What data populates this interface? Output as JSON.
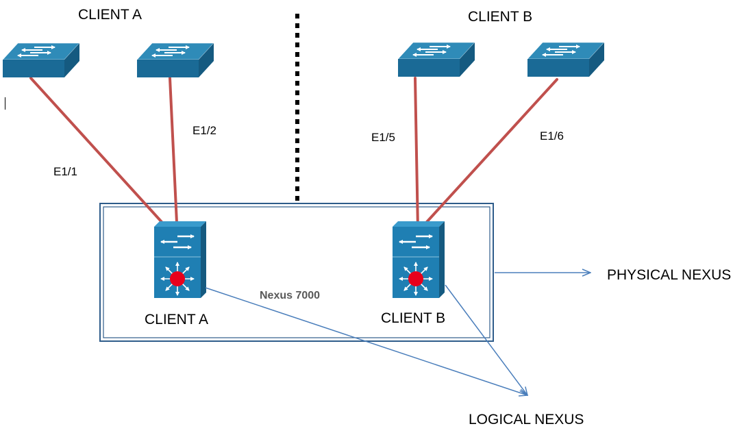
{
  "labels": {
    "client_a_top": "CLIENT  A",
    "client_b_top": "CLIENT  B",
    "client_a_bottom": "CLIENT  A",
    "client_b_bottom": "CLIENT  B",
    "nexus_model": "Nexus 7000",
    "physical": "PHYSICAL NEXUS",
    "logical": "LOGICAL NEXUS"
  },
  "ports": {
    "e1_1": "E1/1",
    "e1_2": "E1/2",
    "e1_5": "E1/5",
    "e1_6": "E1/6"
  },
  "colors": {
    "switch_top": "#2f8bb8",
    "switch_front": "#1a6a96",
    "switch_side": "#155a80",
    "link": "#c0504d",
    "arrow": "#4a7ebb",
    "box": "#2e5c8a",
    "core_red": "#e8001c"
  },
  "icons": {
    "access_switch": "workgroup-switch-icon",
    "core_switch": "layer3-switch-icon"
  }
}
